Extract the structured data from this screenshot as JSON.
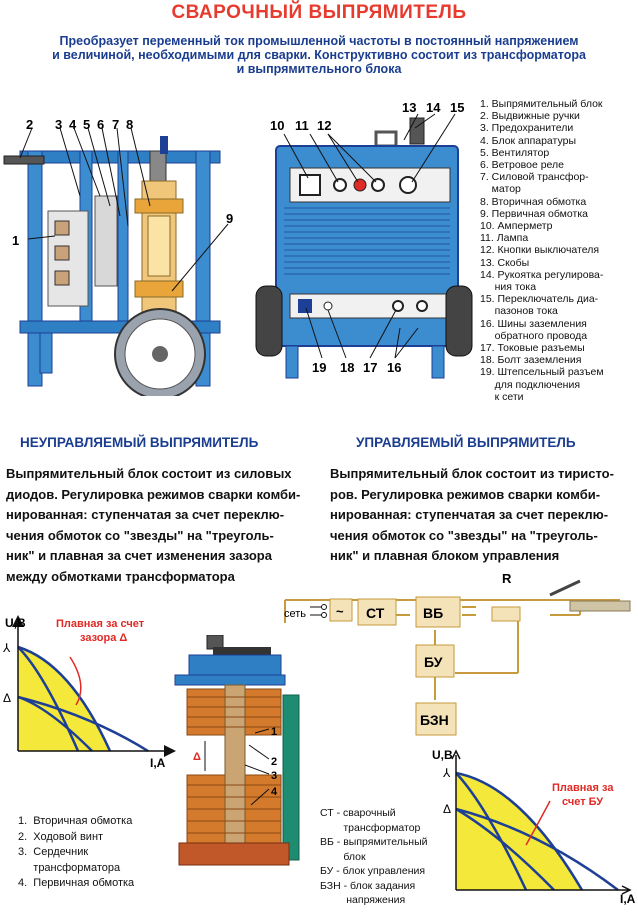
{
  "title": "СВАРОЧНЫЙ ВЫПРЯМИТЕЛЬ",
  "intro_lines": [
    "Преобразует  переменный ток промышленной частоты в постоянный напряжением",
    "и величиной, необходимыми для сварки. Конструктивно состоит из трансформатора",
    "и выпрямительного блока"
  ],
  "legend": [
    "1. Выпрямительный блок",
    "2. Выдвижные ручки",
    "3. Предохранители",
    "4. Блок аппаратуры",
    "5. Вентилятор",
    "6. Ветровое реле",
    "7. Силовой трансфор-",
    "    матор",
    "8. Вторичная обмотка",
    "9. Первичная обмотка",
    "10. Амперметр",
    "11. Лампа",
    "12. Кнопки выключателя",
    "13. Скобы",
    "14. Рукоятка регулирова-",
    "     ния тока",
    "15. Переключатель диа-",
    "     пазонов тока",
    "16. Шины заземления",
    "     обратного провода",
    "17. Токовые разъемы",
    "18. Болт заземления",
    "19. Штепсельный разъем",
    "     для подключения",
    "     к сети"
  ],
  "side_view_numbers": [
    "2",
    "3",
    "4",
    "5",
    "6",
    "7",
    "8",
    "1",
    "9"
  ],
  "front_view_numbers": [
    "10",
    "11",
    "12",
    "13",
    "14",
    "15",
    "19",
    "18",
    "17",
    "16"
  ],
  "uncontrolled": {
    "heading": "НЕУПРАВЛЯЕМЫЙ ВЫПРЯМИТЕЛЬ",
    "text_lines": [
      "Выпрямительный блок состоит из силовых",
      "диодов. Регулировка режимов сварки комби-",
      "нированная: ступенчатая за счет переклю-",
      "чения обмоток со \"звезды\" на \"треуголь-",
      "ник\" и плавная за счет изменения зазора",
      "между обмотками трансформатора"
    ],
    "graph": {
      "y_label": "U,B",
      "x_label": "I,A",
      "y_tick_1": "⅄",
      "y_tick_2": "Δ",
      "annotation_1": "Плавная за счет",
      "annotation_2": "зазора  Δ"
    },
    "transformer_labels": [
      "1",
      "2",
      "3",
      "4",
      "Δ"
    ],
    "notes": [
      "1.  Вторичная обмотка",
      "2.  Ходовой винт",
      "3.  Сердечник",
      "     трансформатора",
      "4.  Первичная обмотка"
    ]
  },
  "controlled": {
    "heading": "УПРАВЛЯЕМЫЙ ВЫПРЯМИТЕЛЬ",
    "text_lines": [
      "Выпрямительный блок состоит из тиристо-",
      "ров. Регулировка режимов сварки  комби-",
      "нированная: ступенчатая за счет переклю-",
      "чения обмоток со \"звезды\" на \"треуголь-",
      "ник\" и плавная блоком управления"
    ],
    "circuit": {
      "network": "сеть",
      "tilde": "~",
      "st": "СТ",
      "vb": "ВБ",
      "bu": "БУ",
      "bzn": "БЗН",
      "r": "R"
    },
    "graph": {
      "y_label": "U,B",
      "x_label": "I,A",
      "y_tick_1": "⅄",
      "y_tick_2": "Δ",
      "annotation_1": "Плавная за",
      "annotation_2": "счет БУ"
    },
    "notes": [
      "СТ - сварочный",
      "        трансформатор",
      "ВБ - выпрямительный",
      "        блок",
      "БУ - блок управления",
      "БЗН - блок задания",
      "         напряжения"
    ]
  },
  "colors": {
    "title_red": "#e63b2e",
    "heading_blue": "#1a3d8f",
    "frame_blue": "#2f7fc4",
    "body_blue": "#3c8cd0",
    "dark_blue": "#1d3f95",
    "yellow_fill": "#f4e83a",
    "accent_orange": "#e9a53a",
    "red_pointer": "#e02a25",
    "tan_box": "#f4e2b8",
    "circuit_line": "#c69a3d"
  }
}
